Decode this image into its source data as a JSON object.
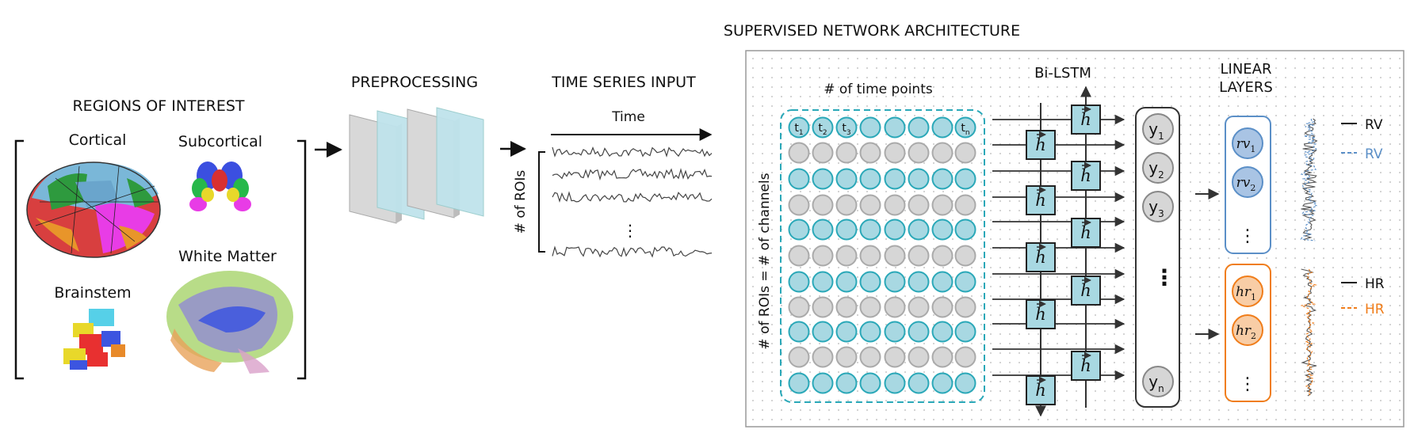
{
  "rois": {
    "title": "REGIONS OF INTEREST",
    "cortical": "Cortical",
    "subcortical": "Subcortical",
    "brainstem": "Brainstem",
    "white_matter": "White Matter"
  },
  "preprocessing": {
    "title": "PREPROCESSING"
  },
  "time_series": {
    "title": "TIME SERIES INPUT",
    "time_label": "Time",
    "rois_label": "# of ROIs",
    "ellipsis": "⋮"
  },
  "network": {
    "title": "SUPERVISED NETWORK ARCHITECTURE",
    "time_points_label": "# of time points",
    "channels_label": "# of ROIs = # of channels",
    "t_labels": [
      "t",
      "t",
      "t",
      "t"
    ],
    "t_subs": [
      "1",
      "2",
      "3",
      "n"
    ],
    "bilstm_label": "Bi-LSTM",
    "h_symbol": "h",
    "y_labels": [
      "y",
      "y",
      "y",
      "y"
    ],
    "y_subs": [
      "1",
      "2",
      "3",
      "n"
    ],
    "linear_title_1": "LINEAR",
    "linear_title_2": "LAYERS",
    "rv_nodes": [
      "rv",
      "rv"
    ],
    "rv_subs": [
      "1",
      "2"
    ],
    "hr_nodes": [
      "hr",
      "hr"
    ],
    "hr_subs": [
      "1",
      "2"
    ],
    "dots": "⋮",
    "legend_rv_true": "RV",
    "legend_rv_pred": "RV",
    "legend_hr_true": "HR",
    "legend_hr_pred": "HR"
  },
  "colors": {
    "teal": "#2aa8b8",
    "teal_fill": "#a8d8e2",
    "grey_fill": "#d6d6d6",
    "lstm_fill": "#a8d8e2",
    "rv_blue": "#5b8fc7",
    "hr_orange": "#f07d1a"
  }
}
